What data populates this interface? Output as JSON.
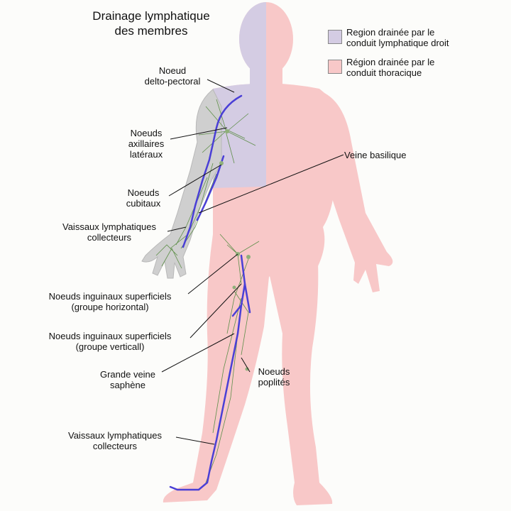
{
  "title": "Drainage lymphatique\ndes membres",
  "legend": {
    "right_duct": {
      "label": "Region drainée par le\nconduit lymphatique droit",
      "color": "#d4cce3"
    },
    "thoracic_duct": {
      "label": "Région drainée par le\nconduit thoracique",
      "color": "#f8c8c8"
    }
  },
  "colors": {
    "vein": "#4a3fd6",
    "lymph": "#5f8f4a",
    "leader": "#111111"
  },
  "labels": {
    "delto_pectoral": "Noeud\ndelto-pectoral",
    "axillary": "Noeuds\naxillaires\nlatéraux",
    "basilic": "Veine basilique",
    "cubital": "Noeuds\ncubitaux",
    "arm_vessels": "Vaissaux lymphatiques\ncollecteurs",
    "inguinal_horizontal": "Noeuds inguinaux superficiels\n(groupe horizontal)",
    "inguinal_vertical": "Noeuds inguinaux superficiels\n(groupe verticall)",
    "saphenous": "Grande veine\nsaphène",
    "popliteal": "Noeuds\npoplités",
    "leg_vessels": "Vaissaux lymphatiques\ncollecteurs"
  }
}
